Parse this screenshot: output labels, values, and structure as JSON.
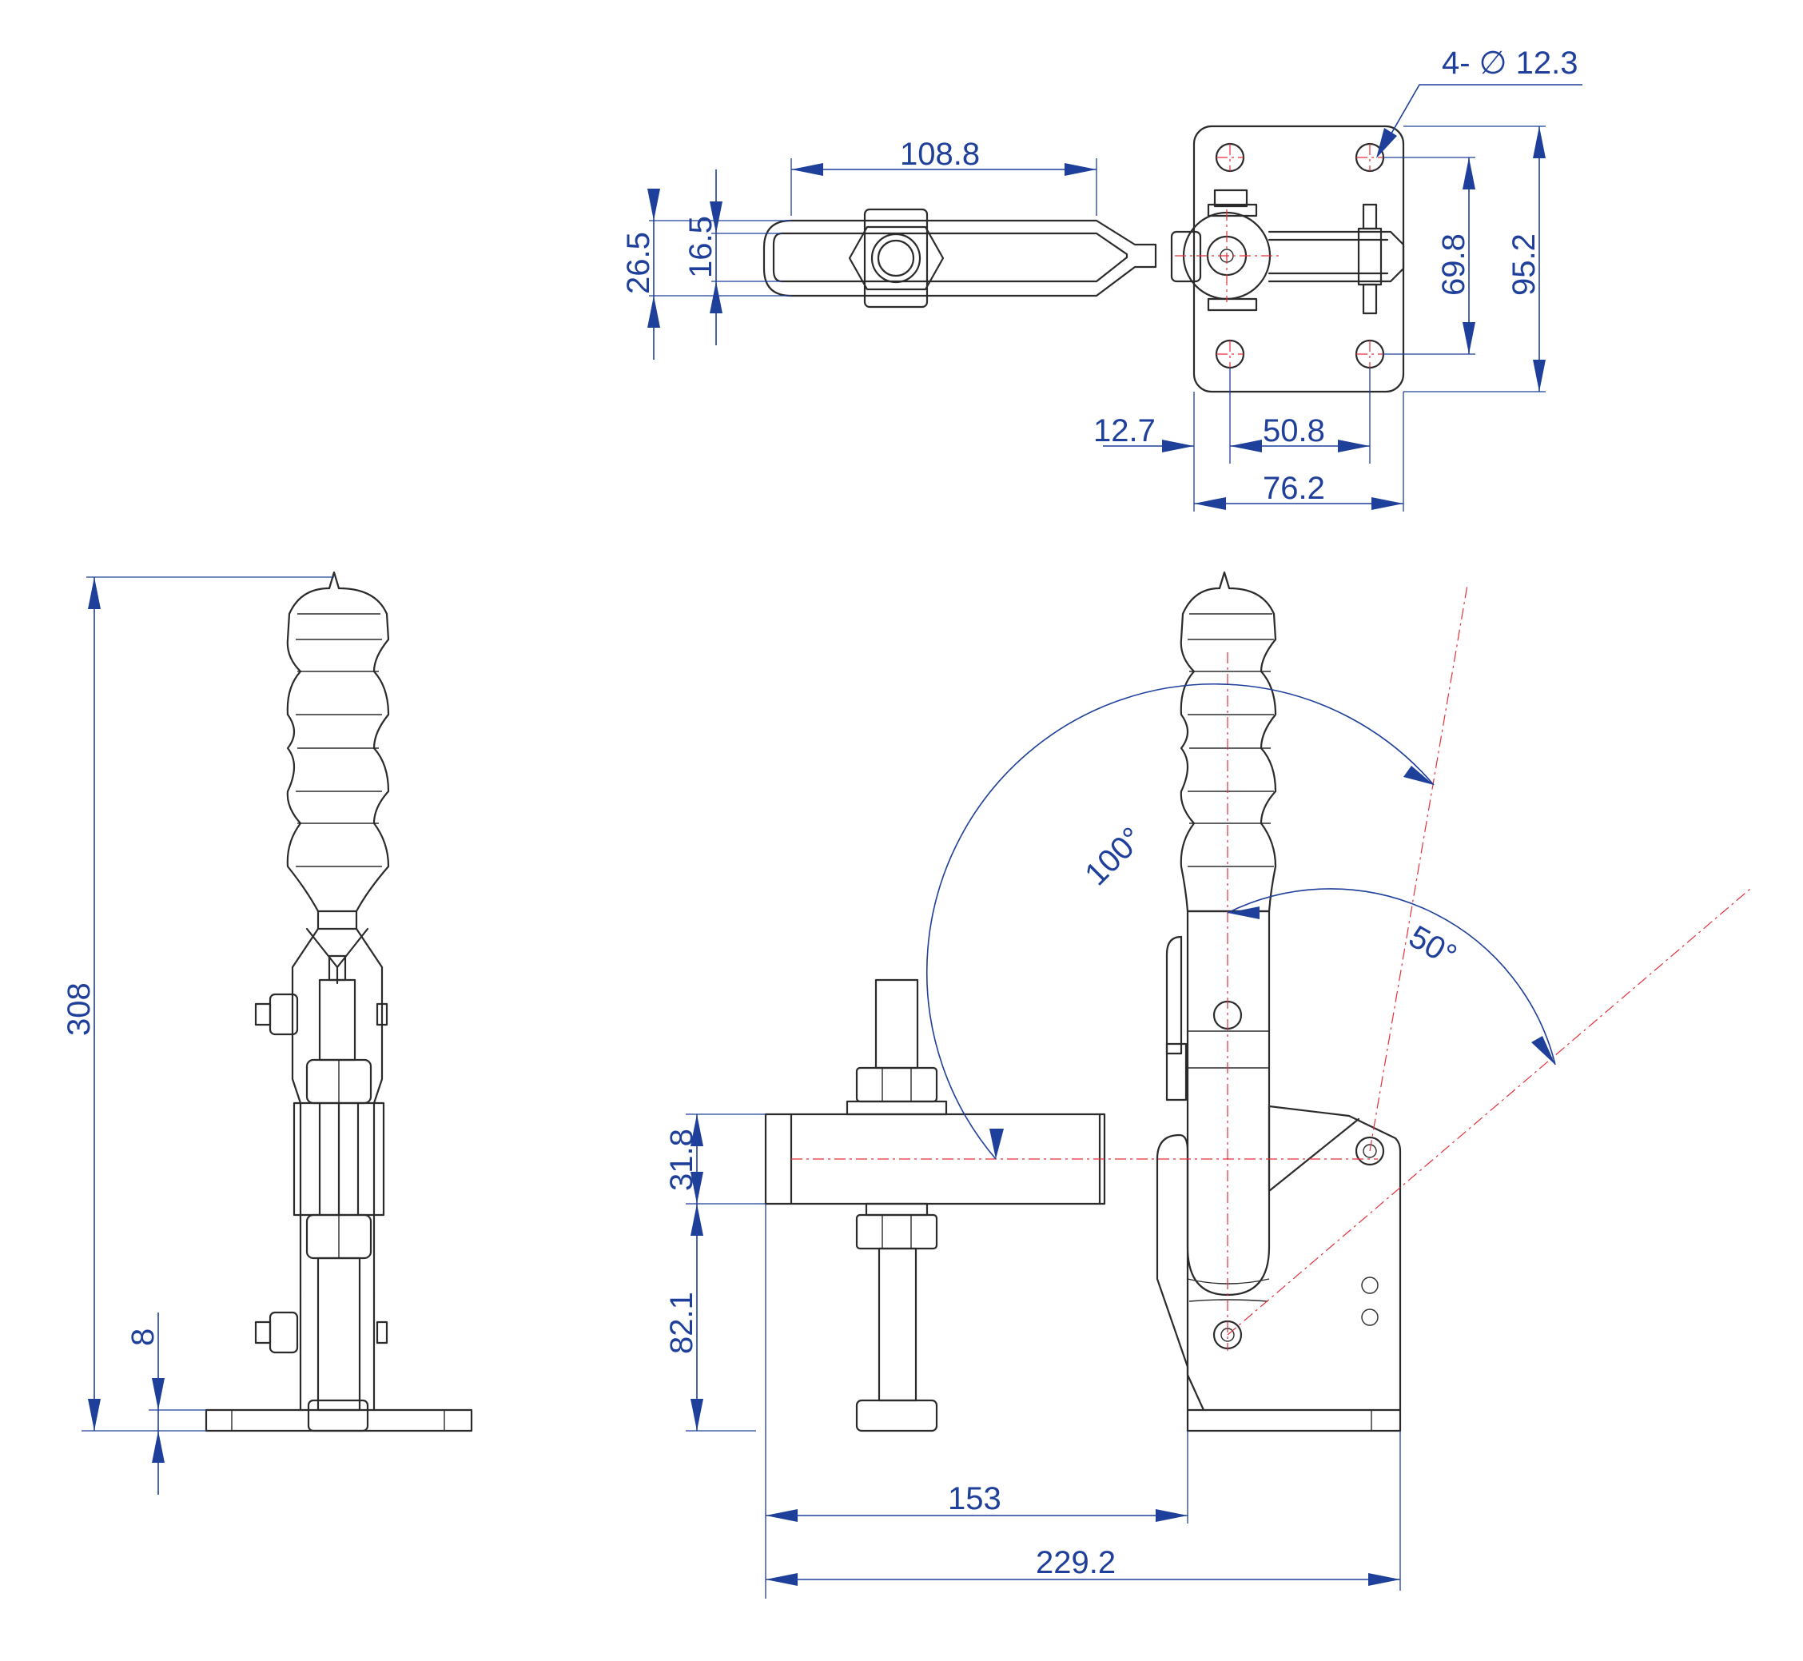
{
  "dimensions": {
    "hole_spec": "4- ∅ 12.3",
    "top_arm_length": "108.8",
    "top_width_outer": "26.5",
    "top_width_inner": "16.5",
    "hole_spacing_y": "69.8",
    "base_width_y": "95.2",
    "hole_offset_x": "12.7",
    "hole_spacing_x": "50.8",
    "base_width_x": "76.2",
    "total_height": "308",
    "base_thickness": "8",
    "angle_open": "100°",
    "angle_handle": "50°",
    "arm_height": "31.8",
    "spindle_height": "82.1",
    "reach": "153",
    "overall_length": "229.2"
  },
  "colors": {
    "dimension": "#1e3f9a",
    "centerline": "#e3303b",
    "outline": "#2b2b2b"
  }
}
